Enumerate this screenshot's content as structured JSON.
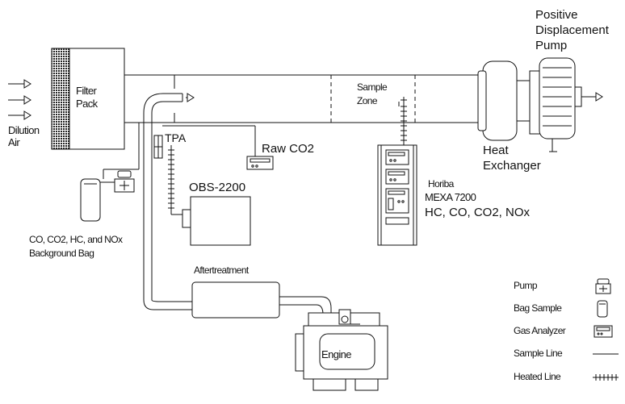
{
  "labels": {
    "dilution_line1": "Dilution",
    "dilution_line2": "Air",
    "filter_line1": "Filter",
    "filter_line2": "Pack",
    "tpa": "TPA",
    "raw_co2": "Raw CO2",
    "obs": "OBS-2200",
    "sample_line1": "Sample",
    "sample_line2": "Zone",
    "horiba_line1": "Horiba",
    "horiba_line2": "MEXA 7200",
    "horiba_line3": "HC, CO, CO2, NOx",
    "pdp_line1": "Positive",
    "pdp_line2": "Displacement",
    "pdp_line3": "Pump",
    "hx_line1": "Heat",
    "hx_line2": "Exchanger",
    "bg_line1": "CO, CO2, HC, and NOx",
    "bg_line2": "Background Bag",
    "aftertreatment": "Aftertreatment",
    "engine": "Engine"
  },
  "legend": {
    "pump": "Pump",
    "bag_sample": "Bag Sample",
    "gas_analyzer": "Gas Analyzer",
    "sample_line": "Sample Line",
    "heated_line": "Heated Line"
  }
}
